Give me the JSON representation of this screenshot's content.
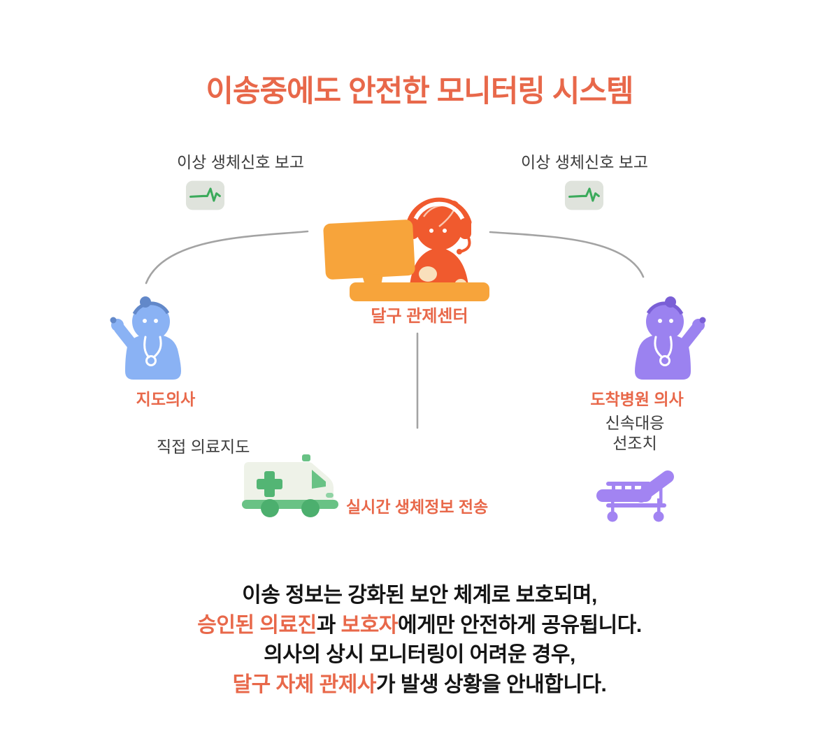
{
  "title": "이송중에도 안전한 모니터링 시스템",
  "colors": {
    "accent_orange": "#E8684A",
    "monitor_orange": "#F7A43B",
    "operator_red": "#F05A2E",
    "skin_cream": "#F9E0BC",
    "doctor_blue": "#8AB2F4",
    "doctor_blue_dark": "#6288C9",
    "doctor_purple": "#9B82F0",
    "doctor_purple_dark": "#7A5FD6",
    "ambulance_body": "#EEF2E8",
    "ambulance_green": "#69C285",
    "cross_green": "#53B574",
    "wheel_green": "#4CAF6E",
    "ecg_bg": "#DFE3DC",
    "ecg_line": "#3BAA5B",
    "bed_purple": "#A284F2",
    "connector_gray": "#A3A3A3",
    "label_gray": "#3C3C3C",
    "body_text": "#141414"
  },
  "icons": {
    "left_ecg": "ecg-waveform-icon",
    "right_ecg": "ecg-waveform-icon",
    "control_center": "operator-at-monitor-icon",
    "left_doctor": "doctor-icon",
    "right_doctor": "doctor-icon",
    "ambulance": "ambulance-icon",
    "bed": "hospital-bed-icon"
  },
  "diagram": {
    "left_report_label": "이상 생체신호 보고",
    "right_report_label": "이상 생체신호 보고",
    "control_center_label": "달구 관제센터",
    "left_doctor_label": "지도의사",
    "right_doctor_label": "도착병원 의사",
    "rapid_response_line1": "신속대응",
    "rapid_response_line2": "선조치",
    "direct_guidance_label": "직접 의료지도",
    "realtime_label": "실시간 생체정보 전송"
  },
  "footer": {
    "line1": "이송 정보는 강화된 보안 체계로 보호되며,",
    "line2_highlight1": "승인된 의료진",
    "line2_mid": "과 ",
    "line2_highlight2": "보호자",
    "line2_rest": "에게만 안전하게 공유됩니다.",
    "line3": "의사의 상시 모니터링이 어려운 경우,",
    "line4_highlight": "달구 자체 관제사",
    "line4_rest": "가 발생 상황을 안내합니다."
  }
}
